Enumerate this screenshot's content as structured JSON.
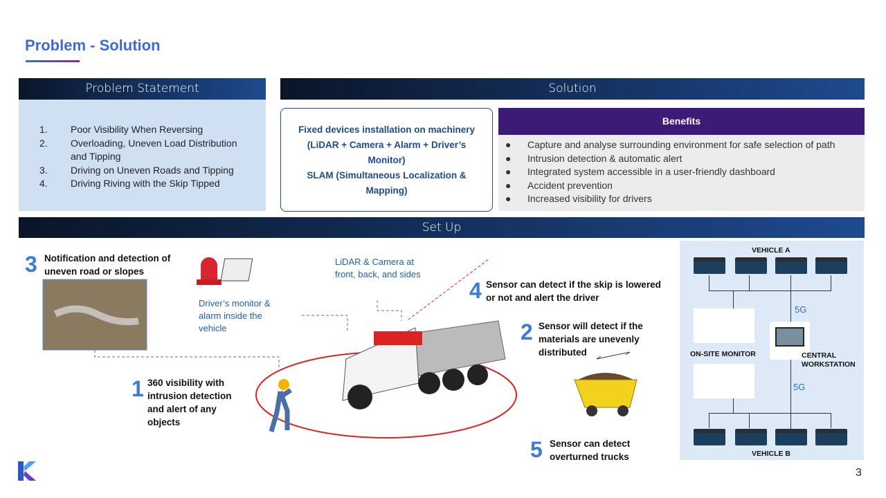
{
  "page": {
    "title": "Problem - Solution",
    "page_number": "3"
  },
  "problem": {
    "header": "Problem Statement",
    "items": [
      {
        "n": "1.",
        "text": "Poor Visibility When Reversing"
      },
      {
        "n": "2.",
        "text": "Overloading, Uneven Load Distribution and Tipping"
      },
      {
        "n": "3.",
        "text": "Driving on Uneven Roads and Tipping"
      },
      {
        "n": "4.",
        "text": "Driving Riving with the Skip Tipped"
      }
    ]
  },
  "solution": {
    "header": "Solution",
    "box_lines": [
      "Fixed devices installation on machinery",
      "(LiDAR +  Camera + Alarm + Driver’s",
      "Monitor)",
      "SLAM (Simultaneous Localization &",
      "Mapping)"
    ],
    "benefits_header": "Benefits",
    "benefits": [
      "Capture and analyse surrounding environment for safe selection of path",
      "Intrusion detection & automatic alert",
      "Integrated system accessible in a user-friendly dashboard",
      "Accident prevention",
      "Increased visibility for drivers"
    ]
  },
  "setup": {
    "header": "Set Up",
    "callouts": [
      {
        "num": "3",
        "text": "Notification and detection of uneven road or slopes"
      },
      {
        "num": "4",
        "text": "Sensor can detect if the skip is lowered or not and alert the driver"
      },
      {
        "num": "2",
        "text": "Sensor will detect if the materials are unevenly distributed"
      },
      {
        "num": "1",
        "text": "360 visibility with intrusion detection and alert of any objects"
      },
      {
        "num": "5",
        "text": "Sensor can detect overturned trucks"
      }
    ],
    "lidar_note": "LiDAR & Camera at front, back, and sides",
    "monitor_note": "Driver’s monitor & alarm inside the vehicle",
    "diagram": {
      "vehicle_a": "VEHICLE A",
      "vehicle_b": "VEHICLE B",
      "onsite": "ON-SITE MONITOR",
      "central": "CENTRAL WORKSTATION",
      "link1": "5G",
      "link2": "5G"
    }
  },
  "colors": {
    "accent": "#3c6bd9",
    "header_navy": "#0a1528",
    "benefits_purple": "#3b1a78",
    "problem_bg": "#cfe0f3"
  }
}
